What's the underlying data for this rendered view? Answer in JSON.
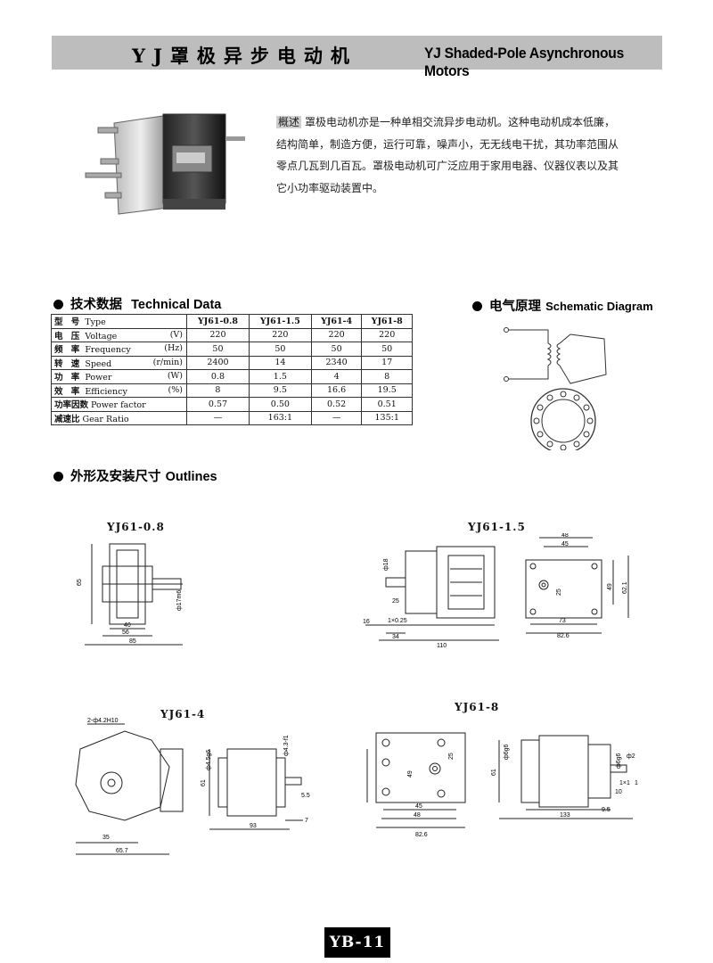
{
  "header": {
    "title_cn": "YJ罩极异步电动机",
    "title_en": "YJ Shaded-Pole Asynchronous Motors"
  },
  "intro": {
    "tag": "概述",
    "text": "罩极电动机亦是一种单相交流异步电动机。这种电动机成本低廉，结构简单，制造方便，运行可靠，噪声小，无无线电干扰，其功率范围从零点几瓦到几百瓦。罩极电动机可广泛应用于家用电器、仪器仪表以及其它小功率驱动装置中。"
  },
  "tech": {
    "title_cn": "技术数据",
    "title_en": "Technical Data",
    "header": {
      "cn": "型 号",
      "en": "Type",
      "models": [
        "YJ61-0.8",
        "YJ61-1.5",
        "YJ61-4",
        "YJ61-8"
      ]
    },
    "rows": [
      {
        "cn": "电 压",
        "en": "Voltage",
        "unit": "(V)",
        "values": [
          "220",
          "220",
          "220",
          "220"
        ]
      },
      {
        "cn": "频 率",
        "en": "Frequency",
        "unit": "(Hz)",
        "values": [
          "50",
          "50",
          "50",
          "50"
        ]
      },
      {
        "cn": "转 速",
        "en": "Speed",
        "unit": "(r/min)",
        "values": [
          "2400",
          "14",
          "2340",
          "17"
        ]
      },
      {
        "cn": "功 率",
        "en": "Power",
        "unit": "(W)",
        "values": [
          "0.8",
          "1.5",
          "4",
          "8"
        ]
      },
      {
        "cn": "效 率",
        "en": "Efficiency",
        "unit": "(%)",
        "values": [
          "8",
          "9.5",
          "16.6",
          "19.5"
        ]
      },
      {
        "cn": "功率因数",
        "en": "Power factor",
        "unit": "",
        "values": [
          "0.57",
          "0.50",
          "0.52",
          "0.51"
        ]
      },
      {
        "cn": "减速比",
        "en": "Gear Ratio",
        "unit": "",
        "values": [
          "—",
          "163:1",
          "—",
          "135:1"
        ]
      }
    ]
  },
  "schematic": {
    "title_cn": "电气原理",
    "title_en": "Schematic Diagram"
  },
  "outlines": {
    "title_cn": "外形及安装尺寸",
    "title_en": "Outlines",
    "models": [
      "YJ61-0.8",
      "YJ61-1.5",
      "YJ61-4",
      "YJ61-8"
    ]
  },
  "dims": {
    "m08": [
      "65",
      "40",
      "56",
      "85",
      "ф17m6"
    ],
    "m15": [
      "ф18",
      "25",
      "16",
      "1×0.25",
      "34",
      "110",
      "48",
      "45",
      "25",
      "49",
      "62.1",
      "73",
      "82.6"
    ],
    "m4": [
      "2-ф4.2H10",
      "35",
      "65.7",
      "61",
      "ф4.5g6",
      "ф4.3-f1",
      "93",
      "5.5",
      "7"
    ],
    "m8": [
      "49",
      "25",
      "45",
      "48",
      "82.6",
      "61",
      "ф6g6",
      "ф2",
      "ф6g6",
      "1",
      "1×1",
      "10",
      "9.5",
      "133"
    ]
  },
  "footer": {
    "page": "YB-11"
  }
}
